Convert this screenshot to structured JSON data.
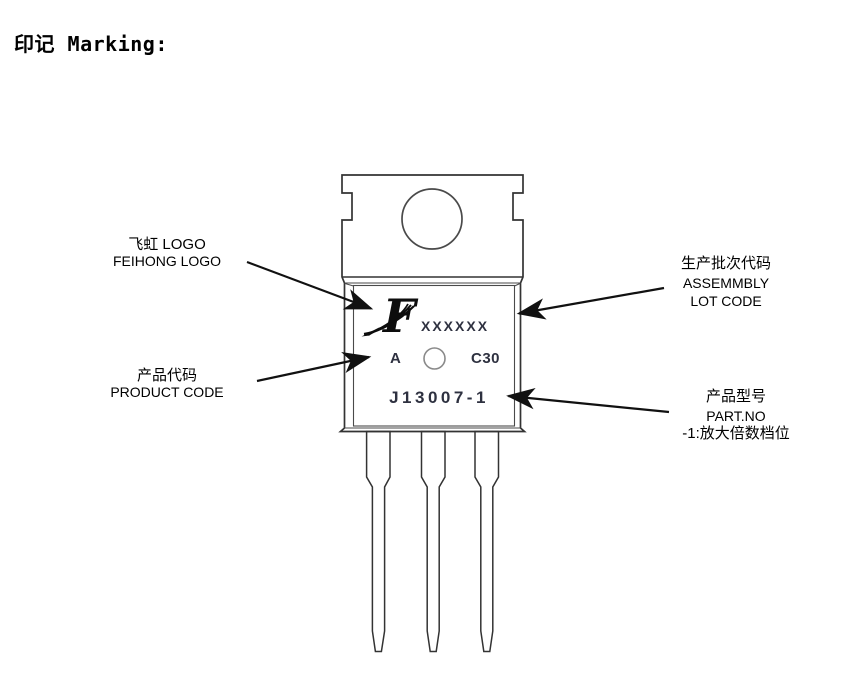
{
  "title": "印记 Marking:",
  "colors": {
    "outline": "#333333",
    "inner_line": "#4a4a4a",
    "marking_text": "#2e3140",
    "label_text": "#000000",
    "arrow": "#111111"
  },
  "callouts": {
    "logo": {
      "line1": "飞虹 LOGO",
      "line2": "FEIHONG LOGO"
    },
    "product_code": {
      "line1": "产品代码",
      "line2": "PRODUCT CODE"
    },
    "lot_code": {
      "line1": "生产批次代码",
      "line2": "ASSEMMBLY",
      "line3": "LOT CODE"
    },
    "part_no": {
      "line1": "产品型号",
      "line2": "PART.NO",
      "line3": "-1:放大倍数档位"
    }
  },
  "package_markings": {
    "logo_glyph": "F",
    "lot_code_placeholder": "XXXXXX",
    "product_code": "A",
    "date_code": "C30",
    "part_number": "J13007-1"
  }
}
